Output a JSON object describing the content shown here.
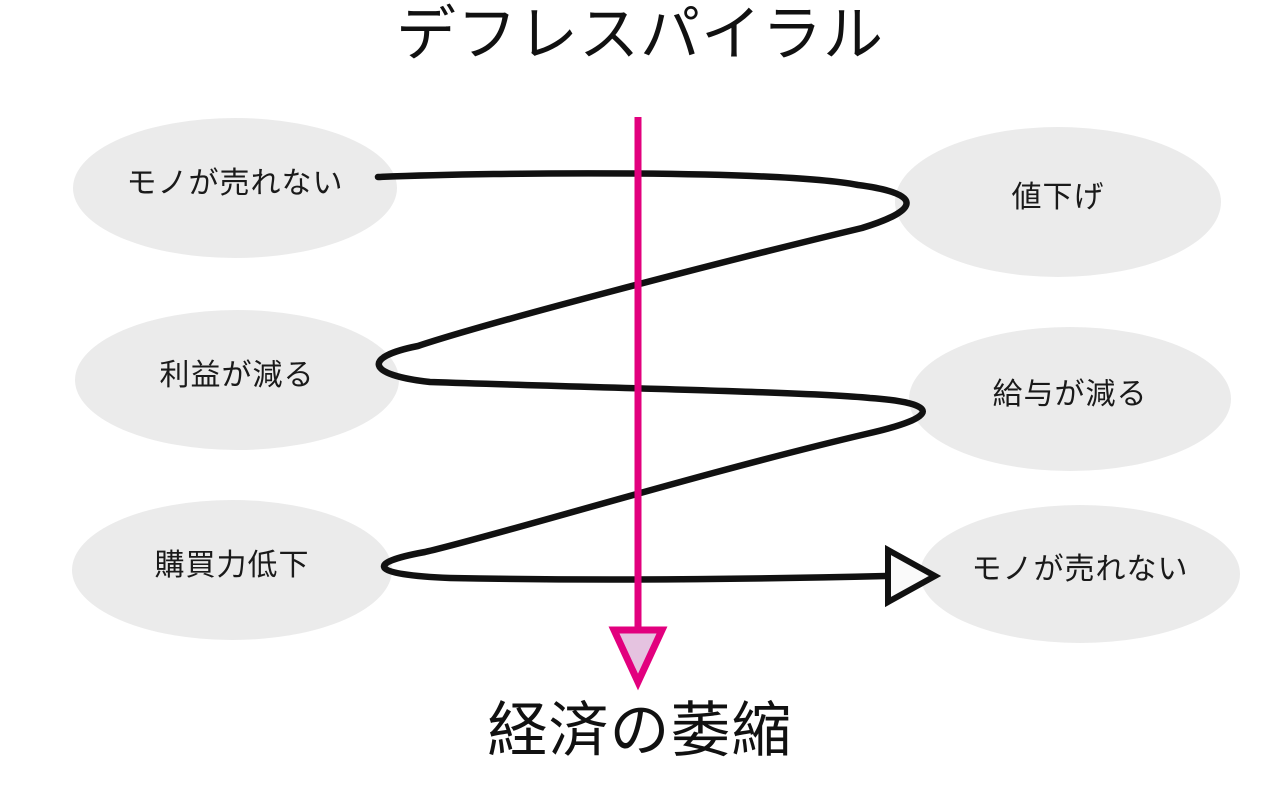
{
  "title": "デフレスパイラル",
  "footer_label": "経済の萎縮",
  "nodes": [
    {
      "id": "top-left",
      "label": "モノが売れない"
    },
    {
      "id": "top-right",
      "label": "値下げ"
    },
    {
      "id": "middle-left",
      "label": "利益が減る"
    },
    {
      "id": "middle-right",
      "label": "給与が減る"
    },
    {
      "id": "bottom-left",
      "label": "購買力低下"
    },
    {
      "id": "bottom-right",
      "label": "モノが売れない"
    }
  ],
  "flow_order": [
    "モノが売れない",
    "値下げ",
    "利益が減る",
    "給与が減る",
    "購買力低下",
    "モノが売れない"
  ],
  "colors": {
    "background": "#ffffff",
    "node_fill": "#ebebeb",
    "spiral_line": "#111111",
    "text": "#1a1a1a",
    "accent_magenta": "#e2007e",
    "down_arrowhead_fill": "#e5c3e0",
    "right_arrowhead_fill": "#fafafa"
  },
  "icons": {
    "right_arrowhead": "hollow-triangle-right",
    "down_arrowhead": "filled-triangle-down"
  }
}
